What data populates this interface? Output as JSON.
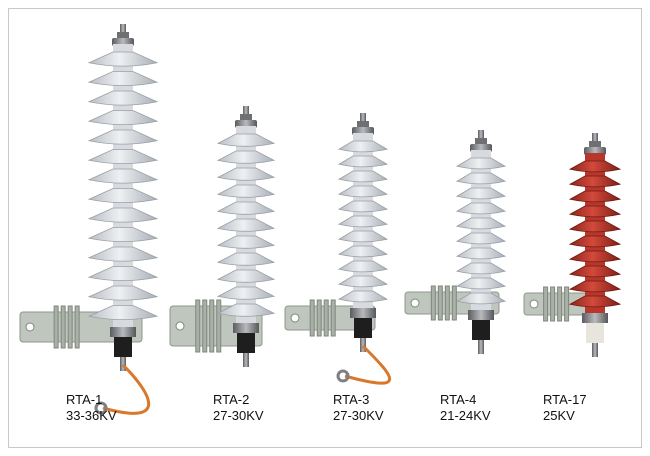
{
  "products": [
    {
      "model": "RTA-1",
      "rating": "33-36KV"
    },
    {
      "model": "RTA-2",
      "rating": "27-30KV"
    },
    {
      "model": "RTA-3",
      "rating": "27-30KV"
    },
    {
      "model": "RTA-4",
      "rating": "21-24KV"
    },
    {
      "model": "RTA-17",
      "rating": "25KV"
    }
  ],
  "colors": {
    "porcelain_grey": "#d7dbdf",
    "red_arrester": "#b8372c",
    "metal_fitting": "#7d7f82",
    "bracket_grey": "#bfc6bd",
    "ground_wire": "#d9772a"
  }
}
